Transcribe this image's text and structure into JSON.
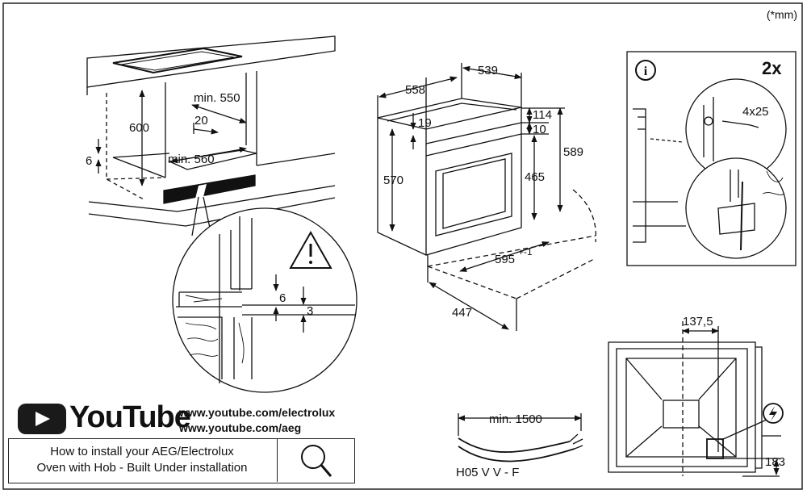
{
  "unit_note": "(*mm)",
  "cabinet": {
    "height": "600",
    "depth_min": "min. 550",
    "gap": "20",
    "width_min": "min. 560",
    "plinth": "6"
  },
  "detail": {
    "gap_top": "6",
    "gap_bottom": "3"
  },
  "oven": {
    "depth_total": "558",
    "depth_body": "539",
    "top_offset": "19",
    "front_top": "114",
    "front_gap": "10",
    "height_total": "589",
    "height_body": "570",
    "height_door": "465",
    "width": "595",
    "width_tol": "+-1",
    "depth_front": "447"
  },
  "fixing": {
    "count": "2x",
    "screw": "4x25"
  },
  "cable": {
    "min_length": "min. 1500",
    "type": "H05 V V - F"
  },
  "back_view": {
    "offset_x": "137,5",
    "offset_y": "183"
  },
  "youtube": {
    "logo_word": "YouTube",
    "link1": "www.youtube.com/electrolux",
    "link2": "www.youtube.com/aeg"
  },
  "instructions": {
    "line1": "How to install your AEG/Electrolux",
    "line2": "Oven with Hob - Built Under installation"
  },
  "icons": [
    "info-icon",
    "warning-triangle-icon",
    "electric-warning-icon",
    "magnifier-icon",
    "play-icon"
  ]
}
